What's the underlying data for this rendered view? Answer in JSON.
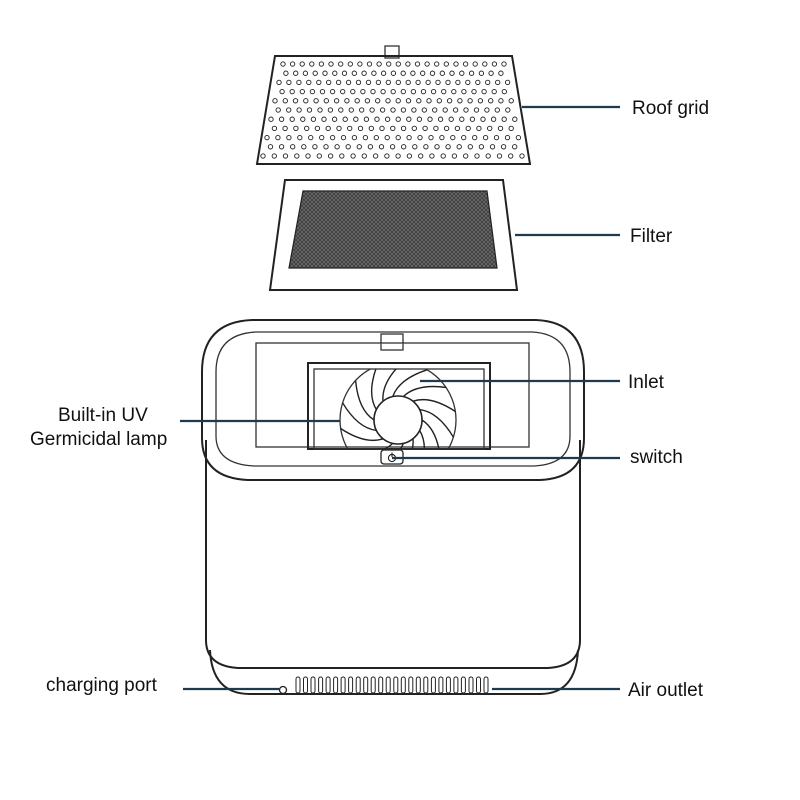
{
  "labels": {
    "roof_grid": "Roof grid",
    "filter": "Filter",
    "inlet": "Inlet",
    "uv_line1": "Built-in UV",
    "uv_line2": "Germicidal lamp",
    "switch": "switch",
    "charging_port": "charging port",
    "air_outlet": "Air outlet"
  },
  "colors": {
    "leader": "#1e3a4c",
    "outline": "#222222",
    "filter_mesh": "#555555"
  }
}
